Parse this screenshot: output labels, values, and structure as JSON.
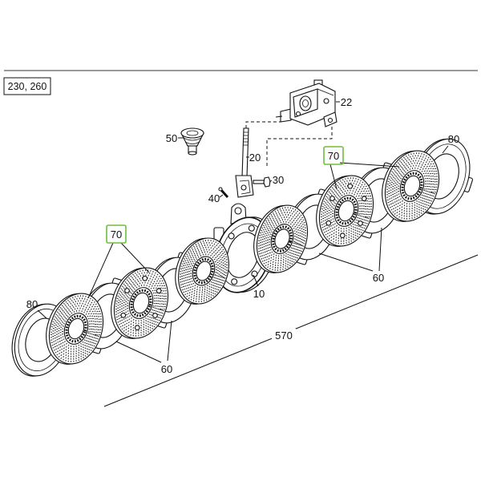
{
  "model_box": "230, 260",
  "callouts": {
    "p22": "22",
    "p50": "50",
    "p20": "20",
    "p30": "30",
    "p40": "40",
    "p70_left": "70",
    "p70_right": "70",
    "p80_left": "80",
    "p80_right": "80",
    "p60_left": "60",
    "p60_right": "60",
    "p10": "10",
    "p570": "570"
  },
  "colors": {
    "highlight_box": "#6cbf3c"
  }
}
